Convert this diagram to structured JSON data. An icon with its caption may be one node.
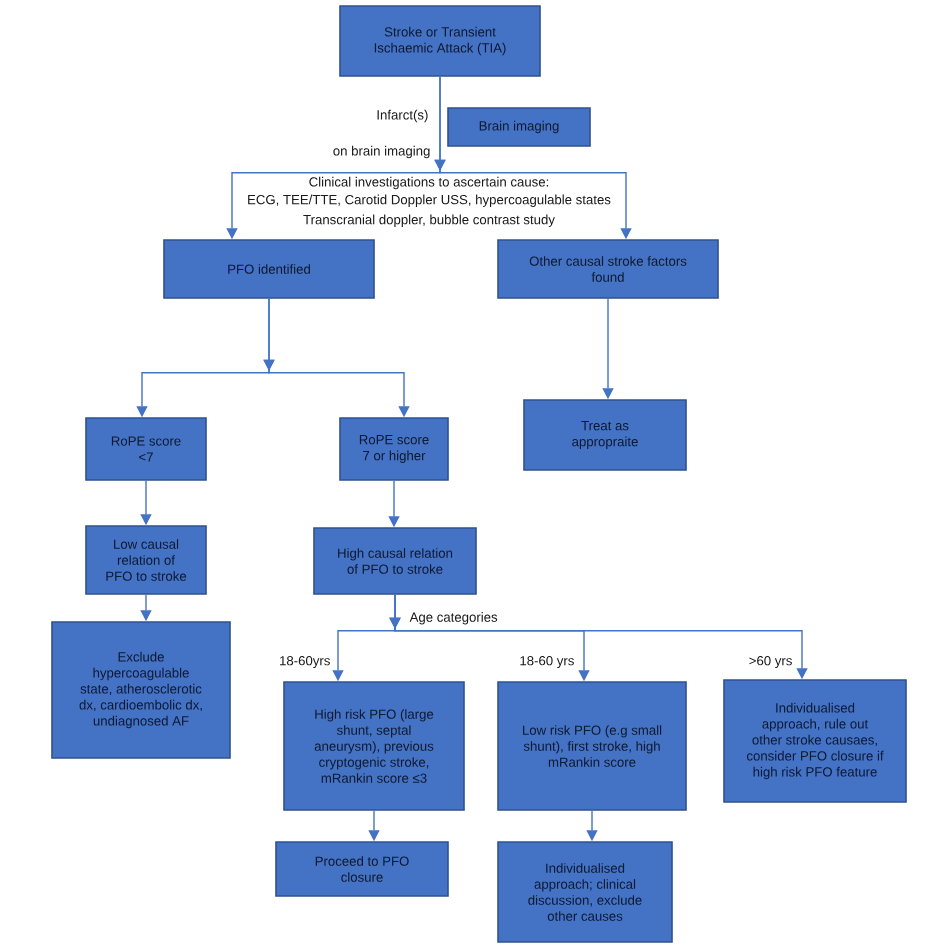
{
  "diagram": {
    "nodes": [
      {
        "text": [
          "Stroke or Transient Ischaemic Attack (TIA)"
        ]
      },
      {
        "text": [
          "Brain imaging"
        ]
      },
      {
        "text": [
          "PFO identified"
        ]
      },
      {
        "text": [
          "Other causal stroke factors found"
        ]
      },
      {
        "text": [
          "RoPE score <7"
        ]
      },
      {
        "text": [
          "RoPE score 7 or higher"
        ]
      },
      {
        "text": [
          "Treat as appropraite"
        ]
      },
      {
        "text": [
          "Low causal relation of PFO to stroke"
        ]
      },
      {
        "text": [
          "High causal relation of PFO to stroke"
        ]
      },
      {
        "text": [
          "Exclude hypercoagulable state, atherosclerotic dx, cardioembolic dx, undiagnosed AF"
        ]
      },
      {
        "text": [
          "High risk PFO (large shunt, septal aneurysm), previous cryptogenic stroke, mRankin score ≤3"
        ]
      },
      {
        "text": [
          "Low risk PFO (e.g small shunt), first stroke, high mRankin score"
        ]
      },
      {
        "text": [
          "Individualised approach, rule out other stroke causaes, consider PFO closure if high risk PFO feature"
        ]
      },
      {
        "text": [
          "Proceed to PFO closure"
        ]
      },
      {
        "text": [
          "Individualised approach; clinical discussion, exclude other causes"
        ]
      }
    ],
    "edges": [
      {
        "from": 0,
        "to": 2,
        "arrow": "to",
        "label": "Infarct(s)"
      },
      {
        "from": 0,
        "to": 3,
        "arrow": "to"
      },
      {
        "from": 2,
        "to": 4,
        "arrow": "to"
      },
      {
        "from": 2,
        "to": 5,
        "arrow": "to"
      },
      {
        "from": 3,
        "to": 6,
        "arrow": "to"
      },
      {
        "from": 4,
        "to": 7,
        "arrow": "to"
      },
      {
        "from": 5,
        "to": 8,
        "arrow": "to"
      },
      {
        "from": 7,
        "to": 9,
        "arrow": "to"
      },
      {
        "from": 8,
        "to": 10,
        "arrow": "to",
        "label": "18-60yrs"
      },
      {
        "from": 8,
        "to": 11,
        "arrow": "to",
        "label": "18-60 yrs"
      },
      {
        "from": 8,
        "to": 12,
        "arrow": "to",
        "label": ">60 yrs"
      },
      {
        "from": 10,
        "to": 13,
        "arrow": "to"
      },
      {
        "from": 11,
        "to": 14,
        "arrow": "to"
      }
    ],
    "labels": [
      "on brain imaging",
      "Clinical investigations to ascertain cause:",
      "ECG, TEE/TTE, Carotid Doppler USS, hypercoagulable states Transcranial doppler, bubble contrast study",
      "Age categories"
    ]
  }
}
